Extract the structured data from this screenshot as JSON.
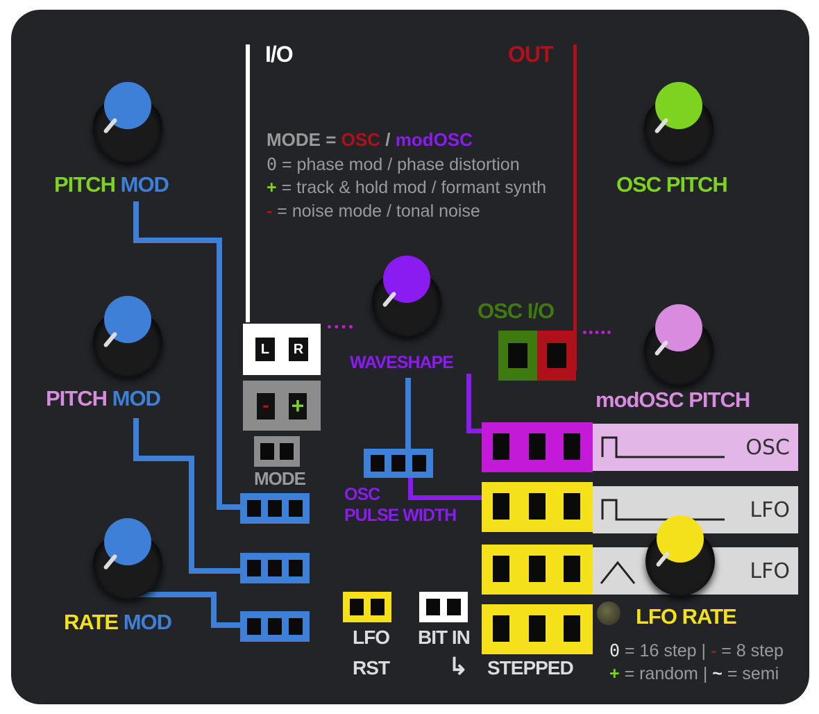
{
  "labels": {
    "io": "I/O",
    "out": "OUT",
    "pitch_mod_1": {
      "a": "PITCH",
      "b": "MOD"
    },
    "pitch_mod_2": {
      "a": "PITCH",
      "b": "MOD"
    },
    "rate_mod": {
      "a": "RATE",
      "b": "MOD"
    },
    "osc_pitch": "OSC PITCH",
    "modosc_pitch": "modOSC PITCH",
    "waveshape": "WAVESHAPE",
    "osc_io": "OSC I/O",
    "mode": "MODE",
    "osc_pulse_width": {
      "line1": "OSC",
      "line2": "PULSE WIDTH"
    },
    "lfo_rate": "LFO RATE",
    "lfo_rst": {
      "line1": "LFO",
      "line2": "RST"
    },
    "bit_in": "BIT IN",
    "stepped": "STEPPED",
    "stepped_arrow": "↳",
    "io_left": "L",
    "io_right": "R",
    "polarity_minus": "-",
    "polarity_plus": "+"
  },
  "mode_info": {
    "title_prefix": "MODE =",
    "title_osc": "OSC",
    "title_sep": "/",
    "title_modosc": "modOSC",
    "lines": [
      {
        "sym": "0",
        "text": "= phase mod / phase distortion"
      },
      {
        "sym": "+",
        "text": "= track & hold mod / formant synth"
      },
      {
        "sym": "-",
        "text": "= noise mode / tonal noise"
      }
    ]
  },
  "lfo_info": {
    "line1": {
      "s1": "0",
      "t1": "= 16 step |",
      "s2": "-",
      "t2": "= 8 step"
    },
    "line2": {
      "s1": "+",
      "t1": "= random |",
      "s2": "~",
      "t2": "= semi"
    }
  },
  "stripes": [
    {
      "label": "OSC",
      "wave": "square"
    },
    {
      "label": "LFO",
      "wave": "square"
    },
    {
      "label": "LFO",
      "wave": "triangle"
    }
  ],
  "colors": {
    "panel": "#232427",
    "green": "#7ed321",
    "blue": "#3e7fd8",
    "pink": "#d98be0",
    "purple": "#8a1cf2",
    "yellow": "#f4e11b",
    "red": "#b0101a",
    "dark_green": "#3f7a10",
    "magenta": "#c21ad6",
    "grey": "#9a9a9a"
  }
}
